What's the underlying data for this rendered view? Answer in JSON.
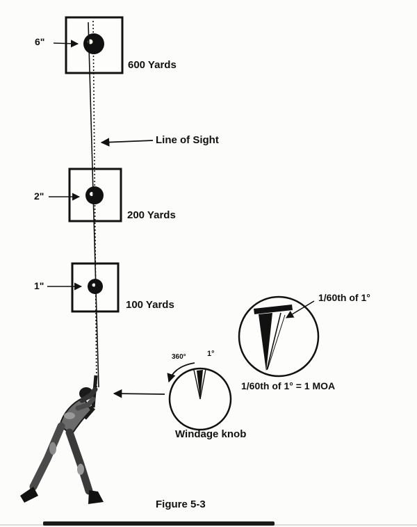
{
  "figure_caption": "Figure 5-3",
  "targets": [
    {
      "size": "6\"",
      "distance": "600 Yards"
    },
    {
      "size": "2\"",
      "distance": "200 Yards"
    },
    {
      "size": "1\"",
      "distance": "100 Yards"
    }
  ],
  "labels": {
    "line_of_sight": "Line of Sight",
    "full_circle_degrees": "360°",
    "one_degree": "1°",
    "one_sixtieth": "1/60th of 1°",
    "moa_equation": "1/60th of 1° = 1 MOA",
    "windage_knob": "Windage knob"
  },
  "colors": {
    "ink": "#111111",
    "paper": "#fcfcfa"
  }
}
